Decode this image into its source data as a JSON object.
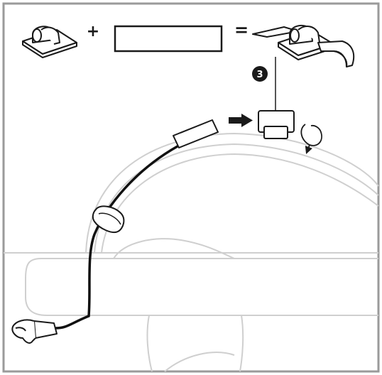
{
  "equation": {
    "plus": "+",
    "equals": "="
  },
  "step": {
    "number": "3"
  },
  "colors": {
    "frame": "#9a9a9a",
    "line_dark": "#1a1a1a",
    "line_light": "#c9c9c9",
    "cable": "#111111",
    "background": "#ffffff"
  },
  "icons": [
    "cable-clip-icon",
    "adhesive-strip-icon",
    "clip-with-strip-icon",
    "push-arrow-icon",
    "rotate-arrow-icon",
    "headphone-outline",
    "audio-cable",
    "cable-plug"
  ]
}
